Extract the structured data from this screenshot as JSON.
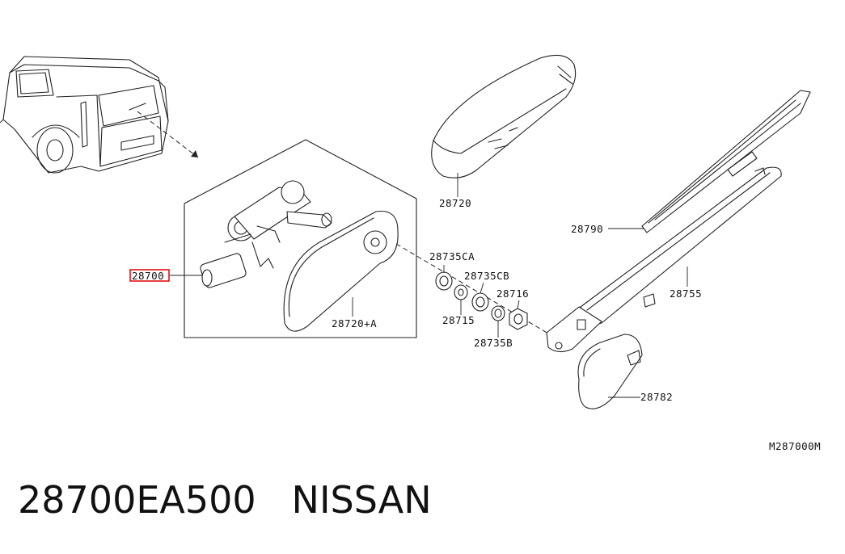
{
  "parts": {
    "wiper_motor": "28700",
    "cover_a": "28720+A",
    "cover": "28720",
    "blade": "28790",
    "arm": "28755",
    "seal_ca": "28735CA",
    "washer_cb": "28735CB",
    "washer_715": "28715",
    "nut_716": "28716",
    "washer_b": "28735B",
    "cap": "28782"
  },
  "drawing_code": "M287000M",
  "caption": "28700EA500   NISSAN",
  "colors": {
    "highlight": "#e00000",
    "line": "#222222"
  }
}
